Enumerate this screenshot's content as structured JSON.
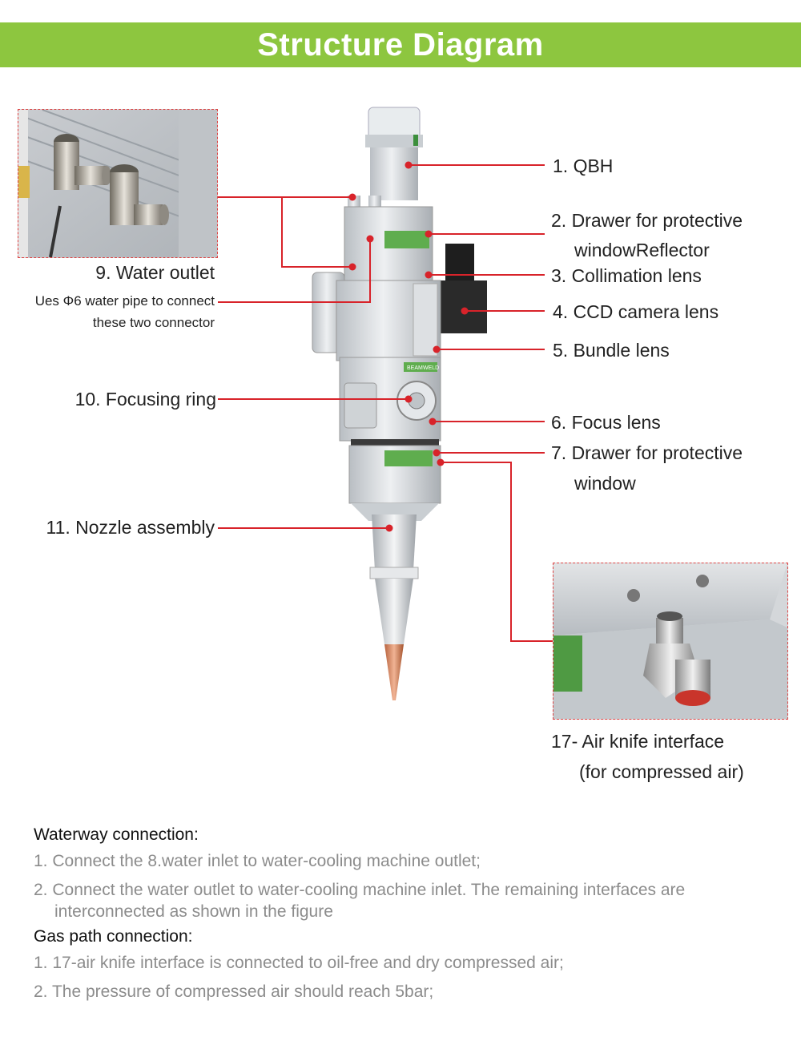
{
  "title": "Structure Diagram",
  "colors": {
    "header_bg": "#8dc63f",
    "leader_line": "#d8232a",
    "inset_border": "#d44444",
    "note_text": "#8c8c8c"
  },
  "callouts": {
    "qbh": "1. QBH",
    "drawer_protective_1": "2. Drawer for protective",
    "drawer_protective_1_cont": "windowReflector",
    "collimation_lens": "3. Collimation lens",
    "ccd_camera_lens": "4. CCD camera lens",
    "bundle_lens": "5. Bundle lens",
    "focus_lens": "6. Focus lens",
    "drawer_protective_2": "7. Drawer for protective",
    "drawer_protective_2_cont": "window",
    "water_outlet": "9. Water outlet",
    "water_pipe_note_1": "Ues Φ6 water pipe to connect",
    "water_pipe_note_2": "these two connector",
    "focusing_ring": "10. Focusing ring",
    "nozzle_assembly": "11. Nozzle assembly",
    "air_knife": "17- Air knife interface",
    "air_knife_cont": "(for compressed air)"
  },
  "device_text": {
    "brand_left": "BEAM",
    "brand_right": "WELD"
  },
  "notes": {
    "waterway_heading": "Waterway connection:",
    "waterway_1": "1. Connect the 8.water inlet to water-cooling machine outlet;",
    "waterway_2": "2. Connect the water outlet to water-cooling machine inlet. The remaining interfaces are",
    "waterway_2_cont": "interconnected as shown in the figure",
    "gas_heading": "Gas path connection:",
    "gas_1": "1. 17-air knife interface is connected to oil-free and dry compressed air;",
    "gas_2": "2. The pressure of compressed air should reach 5bar;"
  }
}
